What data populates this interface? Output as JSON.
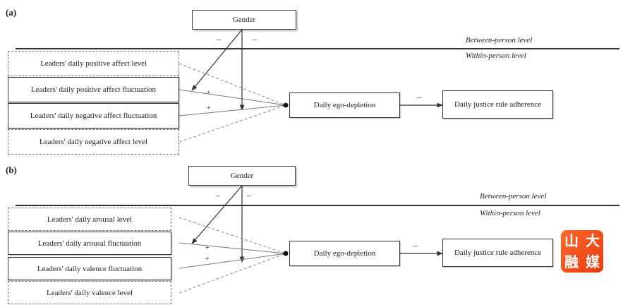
{
  "panel_a": {
    "label": "(a)",
    "gender": "Gender",
    "between_level": "Between-person level",
    "within_level": "Within-person level",
    "boxes": {
      "pos_level": "Leaders' daily positive affect level",
      "pos_fluct": "Leaders' daily positive affect fluctuation",
      "neg_fluct": "Leaders' daily negative affect fluctuation",
      "neg_level": "Leaders' daily negative affect level",
      "ego": "Daily ego-depletion",
      "justice": "Daily justice rule adherence"
    },
    "signs": {
      "gender_left": "–",
      "gender_right": "–",
      "plus_1": "+",
      "plus_2": "+",
      "ego_to_justice": "–"
    }
  },
  "panel_b": {
    "label": "(b)",
    "gender": "Gender",
    "between_level": "Between-person level",
    "within_level": "Within-person level",
    "boxes": {
      "arousal_level": "Leaders' daily arousal level",
      "arousal_fluct": "Leaders' daily arousal fluctuation",
      "valence_fluct": "Leaders' daily valence fluctuation",
      "valence_level": "Leaders' daily valence level",
      "ego": "Daily ego-depletion",
      "justice": "Daily justice rule adherence"
    },
    "signs": {
      "gender_left": "–",
      "gender_right": "–",
      "plus_1": "+",
      "plus_2": "+",
      "ego_to_justice": "–"
    }
  },
  "watermark": {
    "chars": [
      "山",
      "大",
      "融",
      "媒"
    ],
    "color": "#e8461a"
  }
}
